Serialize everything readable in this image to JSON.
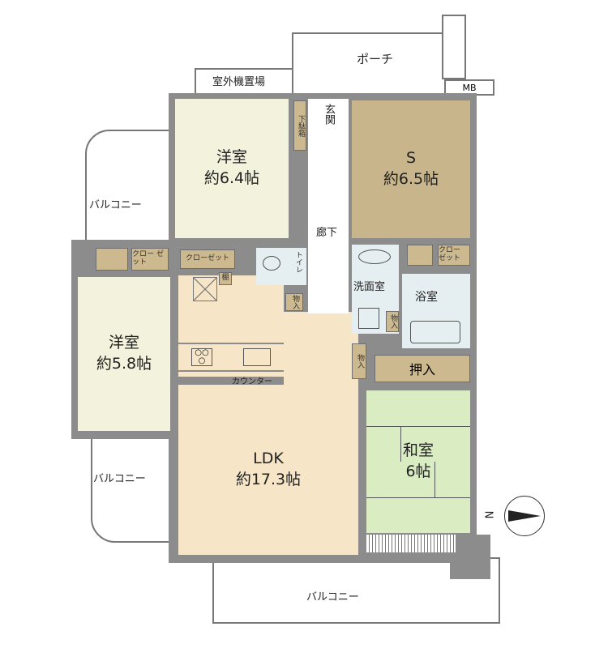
{
  "rooms": {
    "western1": {
      "name": "洋室",
      "size": "約6.4帖"
    },
    "service": {
      "name": "S",
      "size": "約6.5帖"
    },
    "western2": {
      "name": "洋室",
      "size": "約5.8帖"
    },
    "ldk": {
      "name": "LDK",
      "size": "約17.3帖"
    },
    "japanese": {
      "name": "和室",
      "size": "6帖"
    },
    "bath": {
      "name": "浴室"
    },
    "washroom": {
      "name": "洗面室"
    },
    "toilet": {
      "name": "トイレ"
    },
    "hallway": {
      "name": "廊下"
    },
    "entrance": {
      "name": "玄関"
    },
    "porch": {
      "name": "ポーチ"
    },
    "outdoor_unit": {
      "name": "室外機置場"
    },
    "oshiire": {
      "name": "押入"
    }
  },
  "labels": {
    "shoe_box": "下駄箱",
    "closet": "クローゼット",
    "closet_split": "クロー ゼット",
    "shelf": "棚",
    "storage": "物入",
    "counter": "カウンター",
    "mb": "MB",
    "balcony": "バルコニー"
  },
  "compass": {
    "label": "N"
  },
  "colors": {
    "wall": "#8c8c8c",
    "western": "#f3f2dc",
    "service": "#c9b58b",
    "ldk": "#f6e5c6",
    "japanese": "#d9ecc2",
    "closet": "#cdb98f",
    "wet": "#e5eef0"
  }
}
